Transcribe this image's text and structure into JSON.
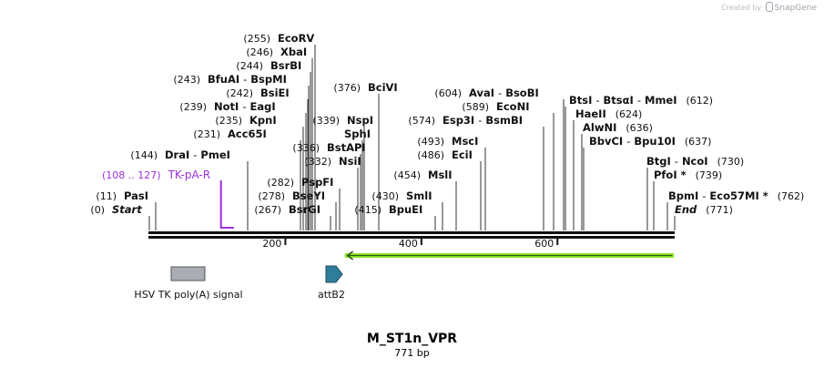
{
  "credit": {
    "text": "Created by",
    "brand": "SnapGene"
  },
  "sequence": {
    "name": "M_ST1n_VPR",
    "length_label": "771 bp",
    "length": 771
  },
  "ruler": {
    "ticks": [
      200,
      400,
      600
    ]
  },
  "sites": [
    {
      "pos": 255,
      "num": "(255)",
      "names": [
        "EcoRV"
      ]
    },
    {
      "pos": 246,
      "num": "(246)",
      "names": [
        "XbaI"
      ]
    },
    {
      "pos": 244,
      "num": "(244)",
      "names": [
        "BsrBI"
      ]
    },
    {
      "pos": 243,
      "num": "(243)",
      "names": [
        "BfuAI",
        "BspMI"
      ]
    },
    {
      "pos": 242,
      "num": "(242)",
      "names": [
        "BsiEI"
      ]
    },
    {
      "pos": 239,
      "num": "(239)",
      "names": [
        "NotI",
        "EagI"
      ]
    },
    {
      "pos": 235,
      "num": "(235)",
      "names": [
        "KpnI"
      ]
    },
    {
      "pos": 231,
      "num": "(231)",
      "names": [
        "Acc65I"
      ]
    },
    {
      "pos": 144,
      "num": "(144)",
      "names": [
        "DraI",
        "PmeI"
      ]
    },
    {
      "pos": 11,
      "num": "(11)",
      "names": [
        "PasI"
      ]
    },
    {
      "pos": 0,
      "num": "(0)",
      "names": [
        "Start"
      ],
      "italic": true
    },
    {
      "pos": 376,
      "num": "(376)",
      "names": [
        "BciVI"
      ]
    },
    {
      "pos": 339,
      "num": "(339)",
      "names": [
        "NspI"
      ]
    },
    {
      "pos": 339,
      "num": "",
      "names": [
        "SphI"
      ]
    },
    {
      "pos": 336,
      "num": "(336)",
      "names": [
        "BstAPI"
      ]
    },
    {
      "pos": 332,
      "num": "(332)",
      "names": [
        "NsiI"
      ]
    },
    {
      "pos": 282,
      "num": "(282)",
      "names": [
        "PspFI"
      ]
    },
    {
      "pos": 278,
      "num": "(278)",
      "names": [
        "BseYI"
      ]
    },
    {
      "pos": 267,
      "num": "(267)",
      "names": [
        "BsrGI"
      ]
    },
    {
      "pos": 454,
      "num": "(454)",
      "names": [
        "MslI"
      ]
    },
    {
      "pos": 430,
      "num": "(430)",
      "names": [
        "SmlI"
      ]
    },
    {
      "pos": 415,
      "num": "(415)",
      "names": [
        "BpuEI"
      ]
    },
    {
      "pos": 604,
      "num": "(604)",
      "names": [
        "AvaI",
        "BsoBI"
      ]
    },
    {
      "pos": 589,
      "num": "(589)",
      "names": [
        "EcoNI"
      ]
    },
    {
      "pos": 574,
      "num": "(574)",
      "names": [
        "Esp3I",
        "BsmBI"
      ]
    },
    {
      "pos": 493,
      "num": "(493)",
      "names": [
        "MscI"
      ]
    },
    {
      "pos": 486,
      "num": "(486)",
      "names": [
        "EciI"
      ]
    },
    {
      "pos": 612,
      "num": "(612)",
      "names": [
        "BtsI",
        "BtsαI",
        "MmeI"
      ],
      "num_right": true
    },
    {
      "pos": 624,
      "num": "(624)",
      "names": [
        "HaeII"
      ],
      "num_right": true
    },
    {
      "pos": 636,
      "num": "(636)",
      "names": [
        "AlwNI"
      ],
      "num_right": true
    },
    {
      "pos": 637,
      "num": "(637)",
      "names": [
        "BbvCI",
        "Bpu10I"
      ],
      "num_right": true
    },
    {
      "pos": 730,
      "num": "(730)",
      "names": [
        "BtgI",
        "NcoI"
      ],
      "num_right": true
    },
    {
      "pos": 739,
      "num": "(739)",
      "names": [
        "PfoI *"
      ],
      "num_right": true
    },
    {
      "pos": 762,
      "num": "(762)",
      "names": [
        "BpmI",
        "Eco57MI *"
      ],
      "num_right": true
    },
    {
      "pos": 771,
      "num": "(771)",
      "names": [
        "End"
      ],
      "num_right": true,
      "italic": true
    }
  ],
  "primer": {
    "range": "(108 .. 127)",
    "name": "TK-pA-R",
    "color": "#9b30d9",
    "start": 108,
    "end": 127
  },
  "features": [
    {
      "name": "HSV TK poly(A) signal",
      "type": "box",
      "color": "#a9adb3"
    },
    {
      "name": "attB2",
      "type": "arrow",
      "color": "#2e7d9a"
    }
  ],
  "orf_arrow": {
    "start": 290,
    "end": 770,
    "color": "#8ee62a"
  }
}
